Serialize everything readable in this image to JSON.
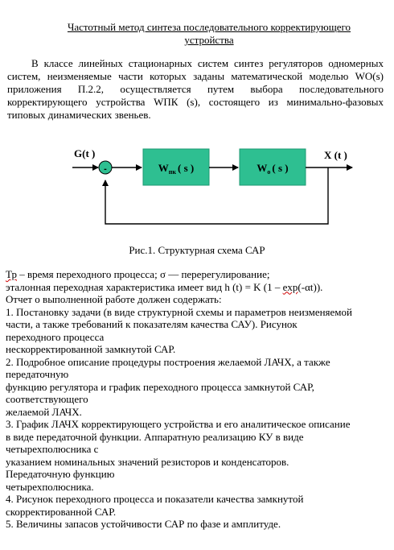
{
  "document": {
    "title": "Частотный метод синтеза последовательного корректирующего устройства",
    "intro": "В классе линейных стационарных систем синтез регуляторов одномерных систем, неизменяемые части которых заданы математической моделью WO(s) приложения П.2.2, осуществляется путем выбора последовательного корректирующего устройства WПК (s), состоящего из минимально-фазовых типовых динамических звеньев."
  },
  "diagram": {
    "input_label": "G(t )",
    "output_label": "X (t )",
    "block1": {
      "main": "W",
      "sub": "пк",
      "arg": "( s )"
    },
    "block2": {
      "main": "W",
      "sub": "o",
      "arg": "( s )"
    },
    "sum_sign": "-",
    "block_color": "#2ebf91"
  },
  "caption": "Рис.1. Структурная схема САР",
  "body": {
    "line1_a": "Тр",
    "line1_b": " – время переходного процесса; σ — перерегулирование;",
    "line2_a": "эталонная переходная характеристика имеет вид h (t) = K (1 – ",
    "line2_b": "exp",
    "line2_c": "(-αt)).",
    "lines": [
      "Отчет о выполненной работе должен содержать:",
      "1. Постановку задачи (в виде структурной схемы и параметров неизменяемой",
      "части, а также требований к показателям качества САУ). Рисунок",
      "переходного процесса",
      "нескорректированной замкнутой САР.",
      "2. Подробное описание процедуры построения желаемой ЛАЧХ, а также",
      "передаточную",
      "функцию регулятора и график переходного процесса замкнутой САР,",
      "соответствующего",
      "желаемой ЛАЧХ.",
      "3. График ЛАЧХ корректирующего устройства и его аналитическое описание",
      "в виде передаточной функции. Аппаратную реализацию КУ в виде",
      "четырехполюсника с",
      "указанием номинальных значений резисторов и конденсаторов.",
      "Передаточную функцию",
      "четырехполюсника.",
      "4. Рисунок переходного процесса и показатели качества замкнутой",
      "скорректированной САР.",
      "5. Величины запасов устойчивости САР по фазе и амплитуде."
    ]
  }
}
